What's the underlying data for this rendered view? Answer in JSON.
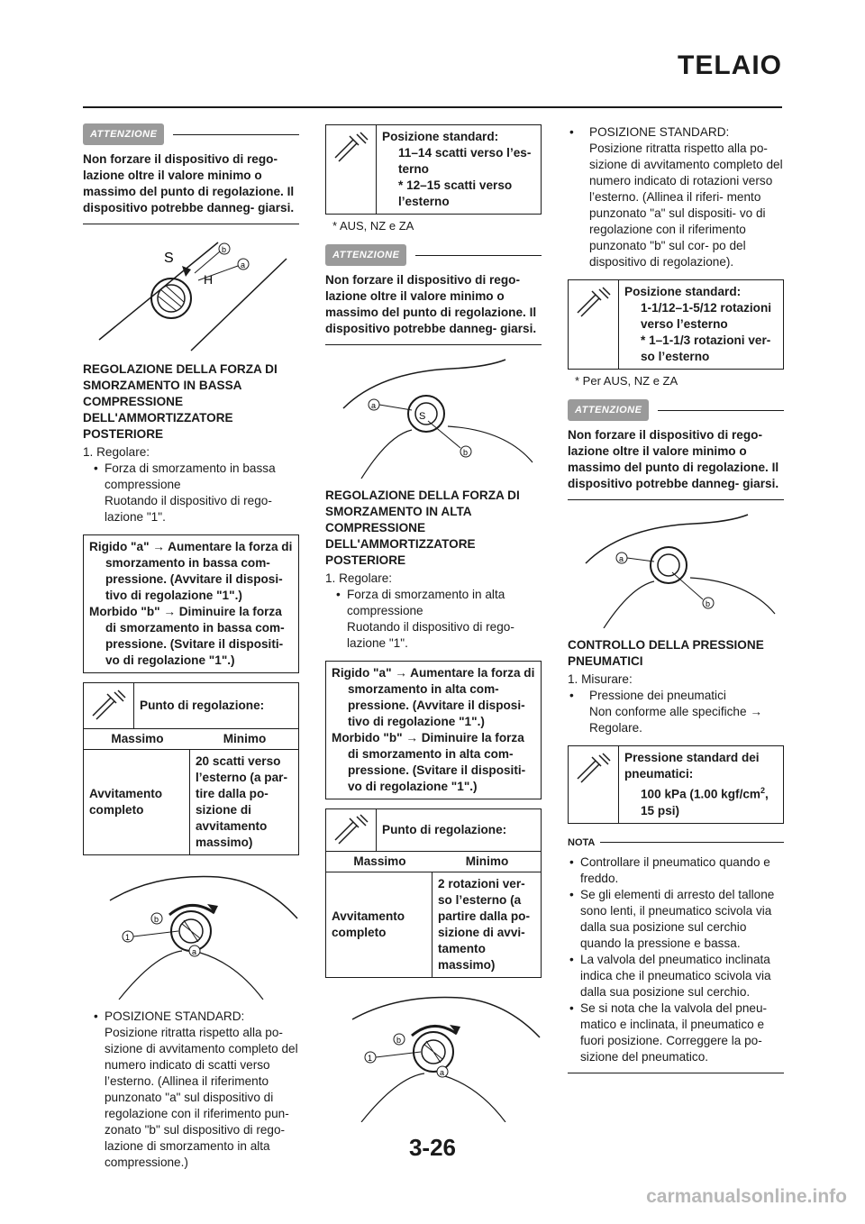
{
  "header": {
    "title": "TELAIO"
  },
  "page_number": "3-26",
  "footer": "carmanualsonline.info",
  "caution_label": "ATTENZIONE",
  "caution_text": "Non forzare il dispositivo di rego- lazione oltre il valore minimo o massimo del punto di regolazione. Il dispositivo potrebbe danneg- giarsi.",
  "fig_labels": {
    "a": "a",
    "b": "b",
    "one": "1",
    "S": "S",
    "H": "H"
  },
  "col1": {
    "heading": "REGOLAZIONE DELLA FORZA DI SMORZAMENTO IN BASSA COMPRESSIONE DELL'AMMORTIZZATORE POSTERIORE",
    "step": "1. Regolare:",
    "bullet": "Forza di smorzamento in bassa compressione",
    "sub": "Ruotando il dispositivo di rego- lazione \"1\".",
    "hard": "Rigido \"a\" → Aumentare la forza di smorzamento in bassa com- pressione. (Avvitare il disposi- tivo di regolazione \"1\".)",
    "soft": "Morbido \"b\" → Diminuire la forza di smorzamento in bassa com- pressione. (Svitare il dispositi- vo di regolazione \"1\".)",
    "spec_title": "Punto di regolazione:",
    "col_max": "Massimo",
    "col_min": "Minimo",
    "max_val": "Avvitamento completo",
    "min_val": "20 scatti verso l’esterno (a par- tire dalla po- sizione di avvitamento massimo)",
    "std_bullet": "POSIZIONE STANDARD:",
    "std_text": "Posizione ritratta rispetto alla po- sizione di avvitamento completo del numero indicato di scatti verso l’esterno. (Allinea il riferimento punzonato \"a\" sul dispositivo di regolazione con il riferimento pun- zonato \"b\" sul dispositivo di rego- lazione di smorzamento in alta compressione.)"
  },
  "col2": {
    "spec_title": "Posizione standard:",
    "spec_line1": "11–14 scatti verso l’es- terno",
    "spec_line2": "* 12–15 scatti verso l’esterno",
    "footnote": "* AUS, NZ e ZA",
    "heading": "REGOLAZIONE DELLA FORZA DI SMORZAMENTO IN ALTA COMPRESSIONE DELL'AMMORTIZZATORE POSTERIORE",
    "step": "1. Regolare:",
    "bullet": "Forza di smorzamento in alta compressione",
    "sub": "Ruotando il dispositivo di rego- lazione \"1\".",
    "hard": "Rigido \"a\" → Aumentare la forza di smorzamento in alta com- pressione. (Avvitare il disposi- tivo di regolazione \"1\".)",
    "soft": "Morbido \"b\" → Diminuire la forza di smorzamento in alta com- pressione. (Svitare il dispositi- vo di regolazione \"1\".)",
    "adj_title": "Punto di regolazione:",
    "col_max": "Massimo",
    "col_min": "Minimo",
    "max_val": "Avvitamento completo",
    "min_val": "2 rotazioni ver- so l’esterno (a partire dalla po- sizione di avvi- tamento massimo)"
  },
  "col3": {
    "std_bullet": "POSIZIONE STANDARD:",
    "std_text": "Posizione ritratta rispetto alla po- sizione di avvitamento completo del numero indicato di rotazioni verso l’esterno. (Allinea il riferi- mento punzonato \"a\" sul dispositi- vo di regolazione con il riferimento punzonato \"b\" sul cor- po del dispositivo di regolazione).",
    "spec_title": "Posizione standard:",
    "spec_line1": "1-1/12–1-5/12 rotazioni verso l’esterno",
    "spec_line2": "* 1–1-1/3 rotazioni ver- so l’esterno",
    "footnote": "* Per AUS, NZ e ZA",
    "heading": "CONTROLLO DELLA PRESSIONE PNEUMATICI",
    "step": "1. Misurare:",
    "bullet": "Pressione dei pneumatici",
    "sub": "Non conforme alle specifiche →",
    "sub2": "Regolare.",
    "press_title": "Pressione standard dei pneumatici:",
    "press_val_a": "100 kPa (1.00 kgf/cm",
    "press_sup": "2",
    "press_val_b": ",",
    "press_val_c": "15 psi)",
    "nota_label": "NOTA",
    "notes": [
      "Controllare il pneumatico quando e freddo.",
      "Se gli elementi di arresto del tallone sono lenti, il pneumatico scivola via dalla sua posizione sul cerchio quando la pressione e bassa.",
      "La valvola del pneumatico inclinata indica che il pneumatico scivola via dalla sua posizione sul cerchio.",
      "Se si nota che la valvola del pneu- matico e inclinata, il pneumatico e fuori posizione. Correggere la po- sizione del pneumatico."
    ]
  }
}
